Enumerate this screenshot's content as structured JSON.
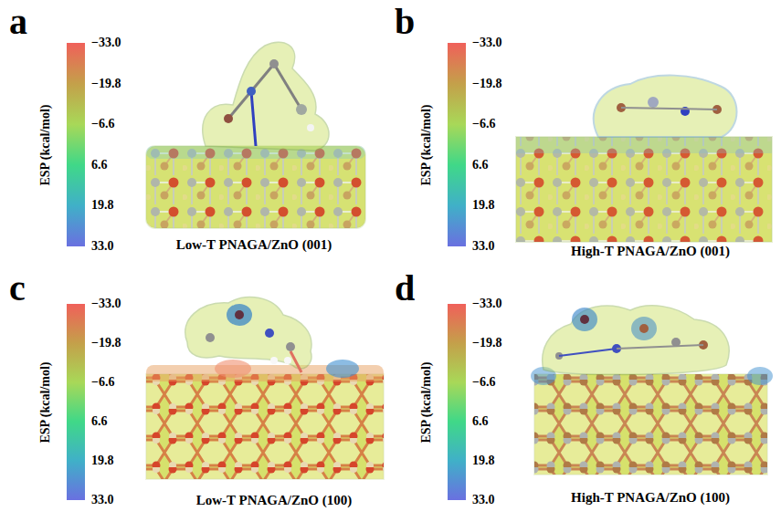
{
  "diagram": {
    "labels": [
      "a",
      "−33.0",
      "−19.8",
      "−6.6",
      "6.6",
      "19.8",
      "33.0",
      "ESP (kcal/mol)",
      "Low-T PNAGA/ZnO (001)",
      "b",
      "−33.0",
      "−19.8",
      "−6.6",
      "6.6",
      "19.8",
      "33.0",
      "ESP (kcal/mol)",
      "High-T PNAGA/ZnO (001)",
      "c",
      "−33.0",
      "−19.8",
      "−6.6",
      "6.6",
      "19.8",
      "33.0",
      "ESP (kcal/mol)",
      "Low-T PNAGA/ZnO (100)",
      "d",
      "−33.0",
      "−19.8",
      "−6.6",
      "6.6",
      "19.8",
      "33.0",
      "ESP (kcal/mol)",
      "High-T PNAGA/ZnO (100)"
    ]
  }
}
